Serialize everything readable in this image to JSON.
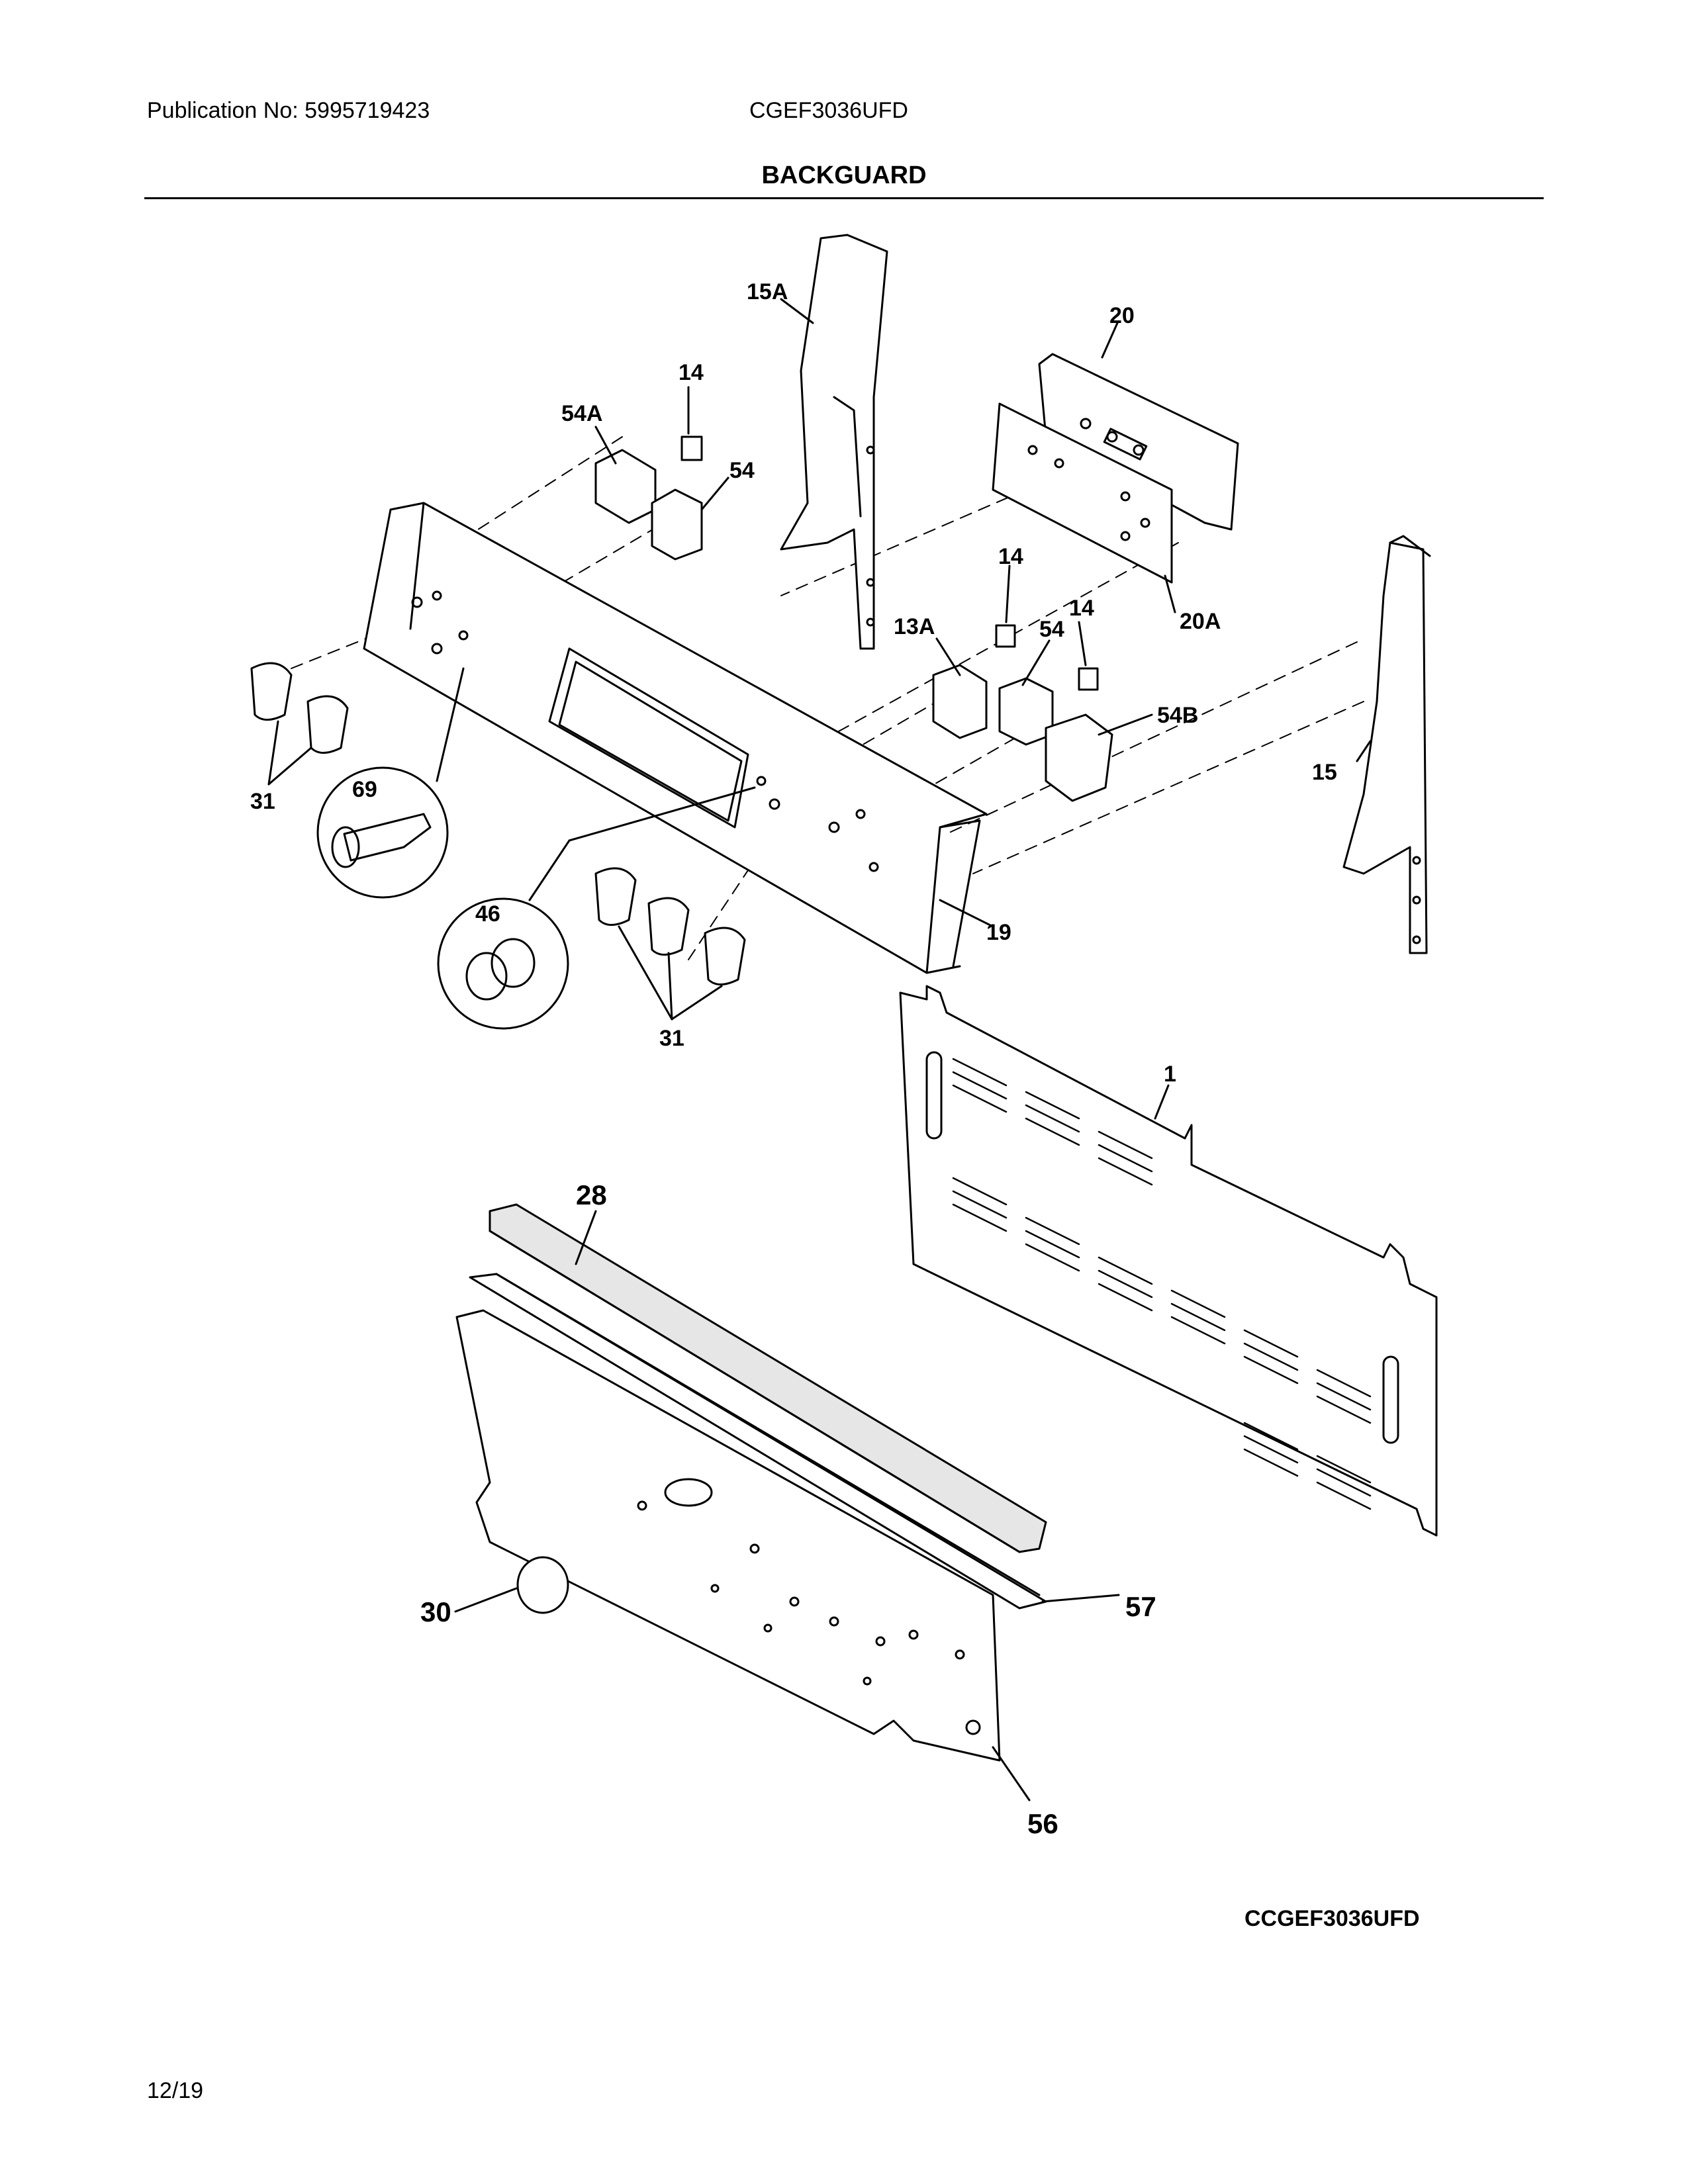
{
  "header": {
    "publication": "Publication No: 5995719423",
    "model": "CGEF3036UFD",
    "section": "BACKGUARD"
  },
  "callouts": {
    "c15A": "15A",
    "c20": "20",
    "c14a": "14",
    "c54A": "54A",
    "c54a": "54",
    "c14b": "14",
    "c14c": "14",
    "c13A": "13A",
    "c54b": "54",
    "c20A": "20A",
    "c54B": "54B",
    "c15": "15",
    "c31a": "31",
    "c69": "69",
    "c46": "46",
    "c19": "19",
    "c31b": "31",
    "c1": "1",
    "c28": "28",
    "c30": "30",
    "c57": "57",
    "c56": "56"
  },
  "footer": {
    "code": "CCGEF3036UFD",
    "date": "12/19"
  }
}
